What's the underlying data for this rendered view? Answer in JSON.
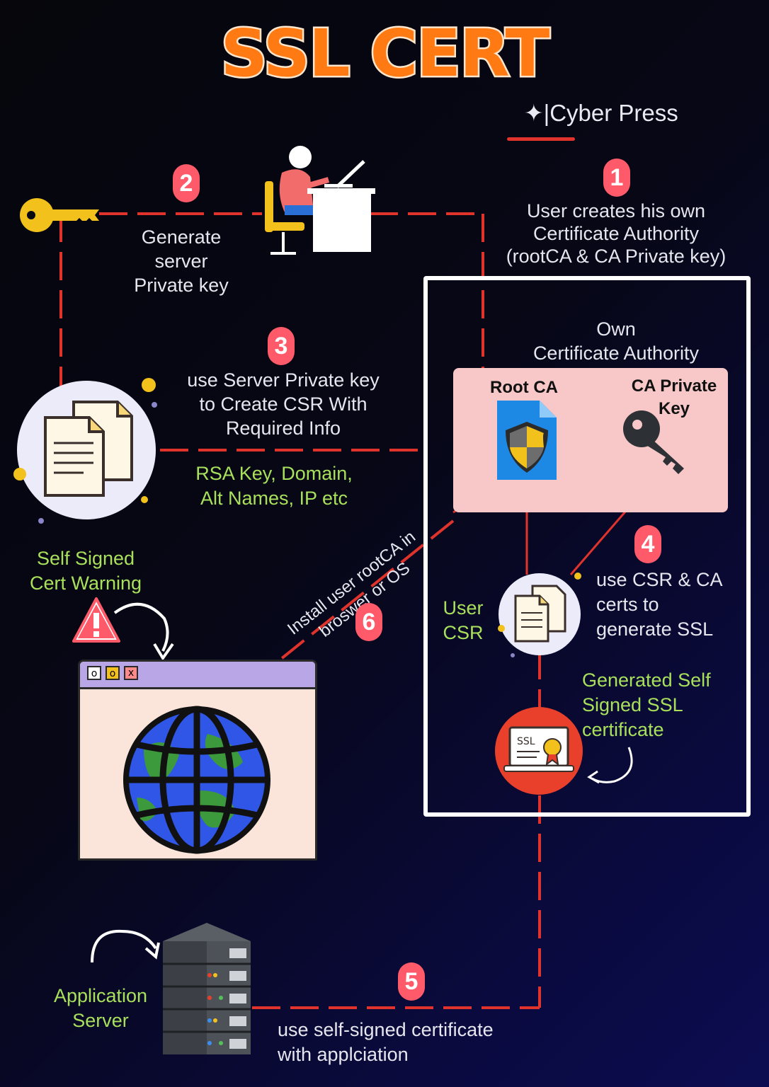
{
  "title": "SSL CERT",
  "brand": {
    "mark": "✦",
    "name": "|Cyber Press"
  },
  "steps": {
    "s1": {
      "num": "1",
      "text_lines": [
        "User creates his own",
        "Certificate Authority",
        "(rootCA & CA Private key)"
      ]
    },
    "s2": {
      "num": "2",
      "text_lines": [
        "Generate",
        "server",
        "Private key"
      ]
    },
    "s3": {
      "num": "3",
      "text_lines": [
        "use Server Private key",
        "to Create CSR With",
        "Required Info"
      ]
    },
    "s4": {
      "num": "4",
      "text_lines": [
        "use CSR & CA",
        "certs to",
        "generate SSL"
      ]
    },
    "s5": {
      "num": "5",
      "text_lines": [
        "use self-signed certificate",
        "with applciation"
      ]
    },
    "s6": {
      "num": "6",
      "text_lines": [
        "Install user rootCA in",
        "broswer or OS"
      ]
    }
  },
  "csr_fields": [
    "RSA Key, Domain,",
    "Alt Names, IP etc"
  ],
  "ca_box": {
    "title_lines": [
      "Own",
      "Certificate Authority"
    ],
    "root_ca": "Root CA",
    "ca_key_lines": [
      "CA Private",
      "Key"
    ]
  },
  "labels": {
    "user_csr": [
      "User",
      "CSR"
    ],
    "generated_cert": [
      "Generated Self",
      "Signed SSL",
      "certificate"
    ],
    "warning": [
      "Self Signed",
      "Cert Warning"
    ],
    "app_server": [
      "Application",
      "Server"
    ],
    "ssl_icon_text": "SSL",
    "window_buttons": [
      "o",
      "o",
      "x"
    ]
  },
  "colors": {
    "title": "#ff7a12",
    "badge": "#ff5a6a",
    "line": "#e0332c",
    "green_text": "#a8e05c",
    "ca_panel": "#f8c7c7",
    "browser_bar": "#b9a6e6",
    "browser_body": "#fbe4da"
  }
}
